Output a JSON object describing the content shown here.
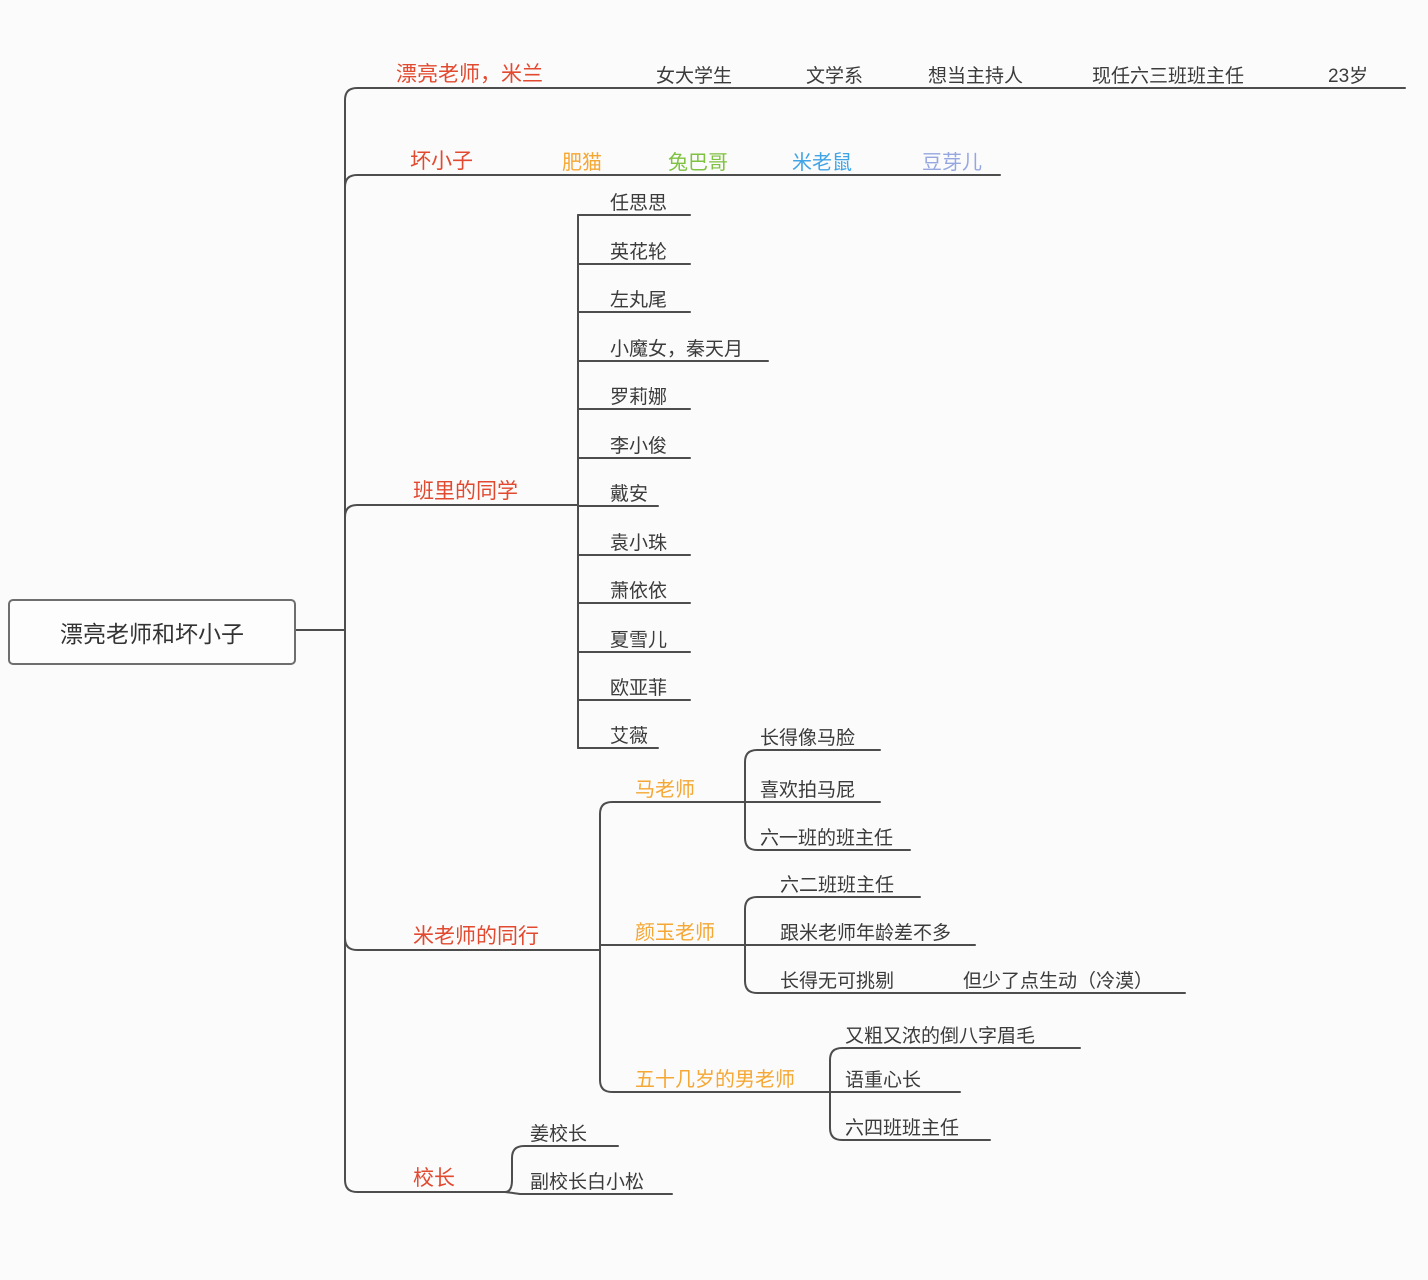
{
  "palette": {
    "branch_red": "#e2492f",
    "orange": "#f5a733",
    "green": "#7fc241",
    "blue": "#41a4e6",
    "periwinkle": "#96a7e0",
    "text_dark": "#3b3b3b",
    "line": "#4d4d4d",
    "background": "#fbfbfb"
  },
  "root": {
    "label": "漂亮老师和坏小子"
  },
  "branches": {
    "teacher": {
      "label": "漂亮老师，米兰",
      "traits": [
        "女大学生",
        "文学系",
        "想当主持人",
        "现任六三班班主任",
        "23岁"
      ]
    },
    "badboys": {
      "label": "坏小子",
      "members": [
        {
          "label": "肥猫",
          "color": "#f5a733"
        },
        {
          "label": "兔巴哥",
          "color": "#7fc241"
        },
        {
          "label": "米老鼠",
          "color": "#41a4e6"
        },
        {
          "label": "豆芽儿",
          "color": "#96a7e0"
        }
      ]
    },
    "classmates": {
      "label": "班里的同学",
      "members": [
        "任思思",
        "英花轮",
        "左丸尾",
        "小魔女，秦天月",
        "罗莉娜",
        "李小俊",
        "戴安",
        "袁小珠",
        "萧依依",
        "夏雪儿",
        "欧亚菲",
        "艾薇"
      ]
    },
    "colleagues": {
      "label": "米老师的同行",
      "teachers": [
        {
          "label": "马老师",
          "traits": [
            "长得像马脸",
            "喜欢拍马屁",
            "六一班的班主任"
          ]
        },
        {
          "label": "颜玉老师",
          "traits": [
            "六二班班主任",
            "跟米老师年龄差不多",
            "长得无可挑剔"
          ],
          "note": "但少了点生动（冷漠）"
        },
        {
          "label": "五十几岁的男老师",
          "traits": [
            "又粗又浓的倒八字眉毛",
            "语重心长",
            "六四班班主任"
          ]
        }
      ]
    },
    "principal": {
      "label": "校长",
      "members": [
        "姜校长",
        "副校长白小松"
      ]
    }
  }
}
